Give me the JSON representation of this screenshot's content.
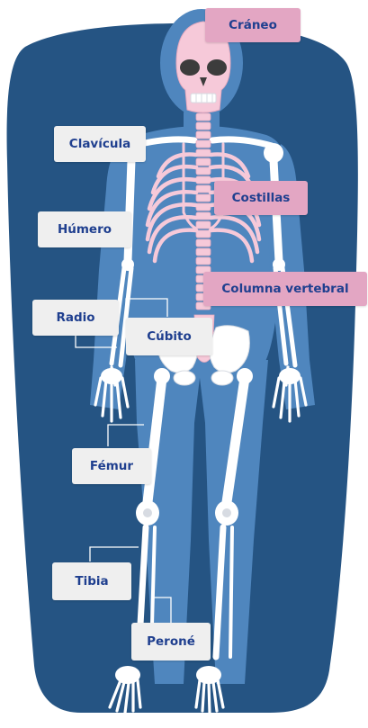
{
  "diagram": {
    "labels": {
      "skull": "Cráneo",
      "clavicle": "Clavícula",
      "ribs": "Costillas",
      "humerus": "Húmero",
      "spine": "Columna vertebral",
      "radius": "Radio",
      "ulna": "Cúbito",
      "femur": "Fémur",
      "tibia": "Tibia",
      "fibula": "Peroné"
    },
    "colors": {
      "background_panel": "#255483",
      "body_silhouette": "#4f86be",
      "bone": "#ffffff",
      "bone_outline": "#d7dbe2",
      "highlight_bone": "#f6c9d9",
      "label_grey": "#efefef",
      "label_pink": "#e3a6c3",
      "label_text": "#1f3f8f",
      "leader_line": "#ffffff"
    }
  }
}
